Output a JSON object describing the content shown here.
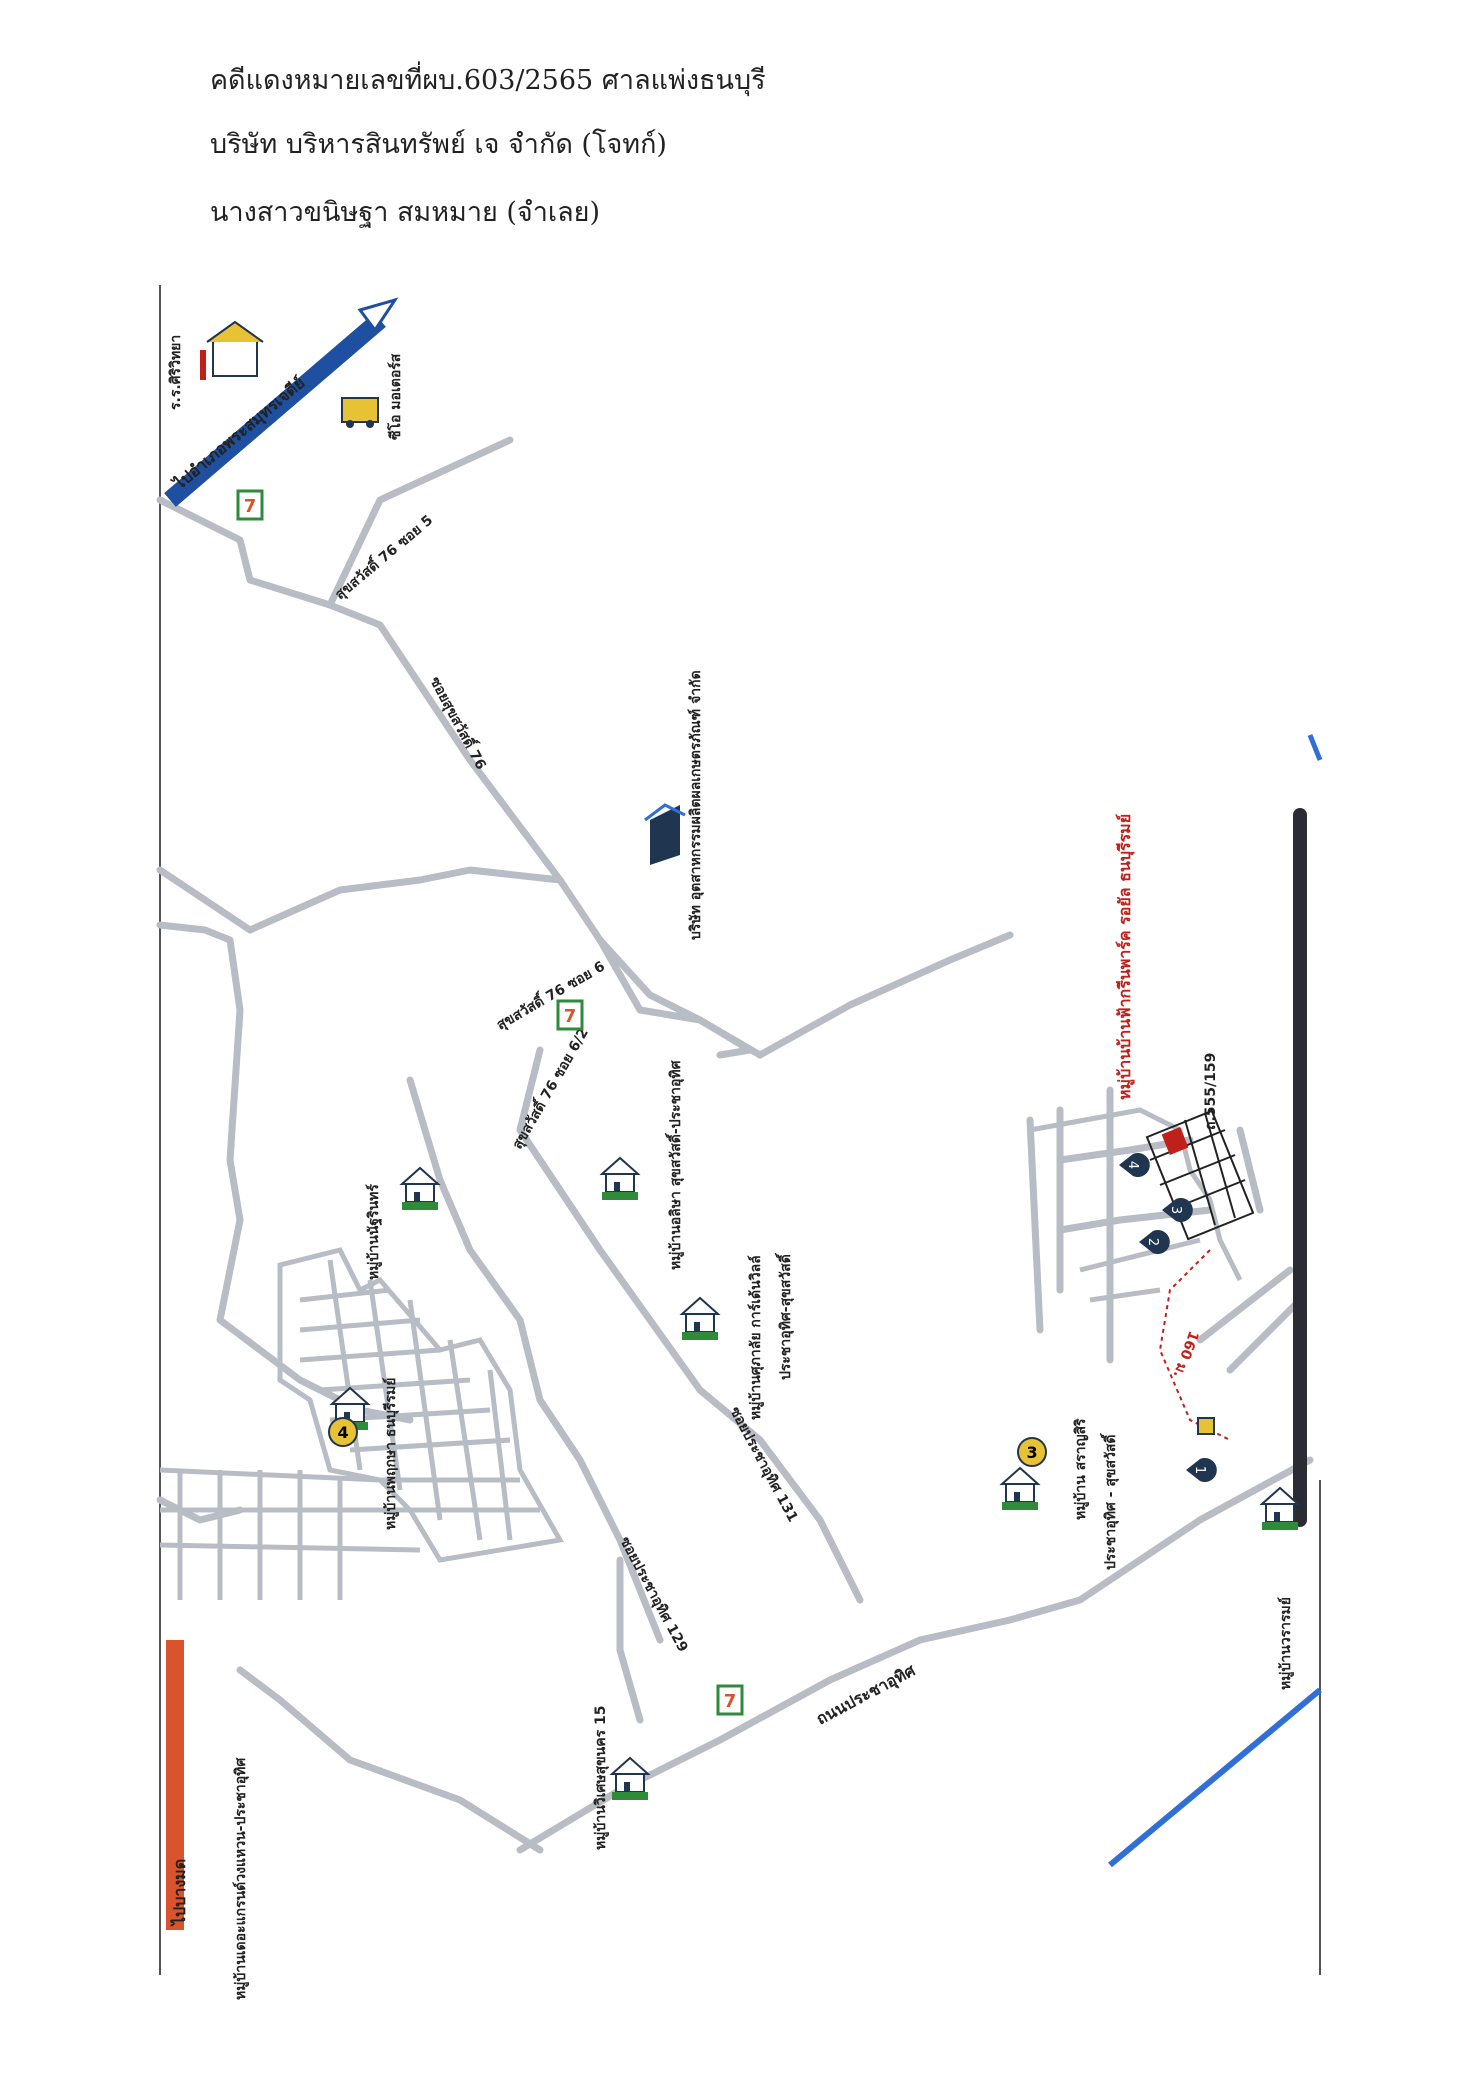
{
  "header": {
    "line1": "คดีแดงหมายเลขที่ผบ.603/2565  ศาลแพ่งธนบุรี",
    "line2": "บริษัท บริหารสินทรัพย์ เจ จำกัด   (โจทก์)",
    "line3": "นางสาวขนิษฐา สมหมาย  (จำเลย)"
  },
  "map": {
    "labels": {
      "to_samut_chedi": "ไปอำเภอพระสมุทรเจดีย์",
      "school": "ร.ร.ศิริวิทยา",
      "cio": "ซีโอ มอเตอร์ส",
      "soi76_5": "สุขสวัสดิ์ 76 ซอย 5",
      "soi76": "ซอยสุขสวัสดิ์ 76",
      "company": "บริษัท อุตสาหกรรมผลิตผลเกษตรภัณฑ์ จำกัด",
      "soi76_6": "สุขสวัสดิ์ 76 ซอย 6",
      "soi76_6_2": "สุขสวัสดิ์ 76 ซอย 6/2",
      "v_nattarin": "หมู่บ้านนัฐรินทร์",
      "v_lisa": "หมู่บ้านอลิษา สุขสวัสดิ์-ประชาอุทิศ",
      "v_supalai_l1": "หมู่บ้านศุภาลัย การ์เด้นวิลล์",
      "v_supalai_l2": "ประชาอุทิศ-สุขสวัสดิ์",
      "v_pruksa": "หมู่บ้านพฤกษา ธนบุรีรมย์",
      "soi131": "ซอยประชาอุทิศ 131",
      "soi129": "ซอยประชาอุทิศ 129",
      "v_wisetsuk": "หมู่บ้านวิเศษสุขนคร 15",
      "v_gateway": "หมู่บ้านเดอะแกรนด์วงแหวน-ประชาอุทิศ",
      "to_teo": "ไปบางมด",
      "pracha_uthit": "ถนนประชาอุทิศ",
      "v_saransiri_l1": "หมู่บ้าน สราญสิริ",
      "v_saransiri_l2": "ประชาอุทิศ - สุขสวัสดิ์",
      "v_warom": "หมู่บ้านวรารมย์",
      "target_village": "หมู่บ้านบ้านฟ้ากรีนพาร์ค รอยัล ธนบุรีรมย์",
      "plot": "ถ.555/159",
      "distance": "160 ม."
    },
    "markers": [
      "1",
      "2",
      "3",
      "4"
    ],
    "circle_badges": [
      "3",
      "4"
    ],
    "colors": {
      "road": "#b8bcc4",
      "target_red": "#c0201a",
      "dark_road": "#2b2b33",
      "blue_road": "#2f6fd6",
      "marker_dark": "#1f3550",
      "orange_road": "#d9542c",
      "green_icon": "#2f8a3a",
      "badge_yellow": "#e8c235"
    },
    "icons": [
      "seven-eleven-icon",
      "village-house-icon",
      "factory-icon",
      "school-icon",
      "car-dealer-icon",
      "location-pin-icon"
    ]
  }
}
